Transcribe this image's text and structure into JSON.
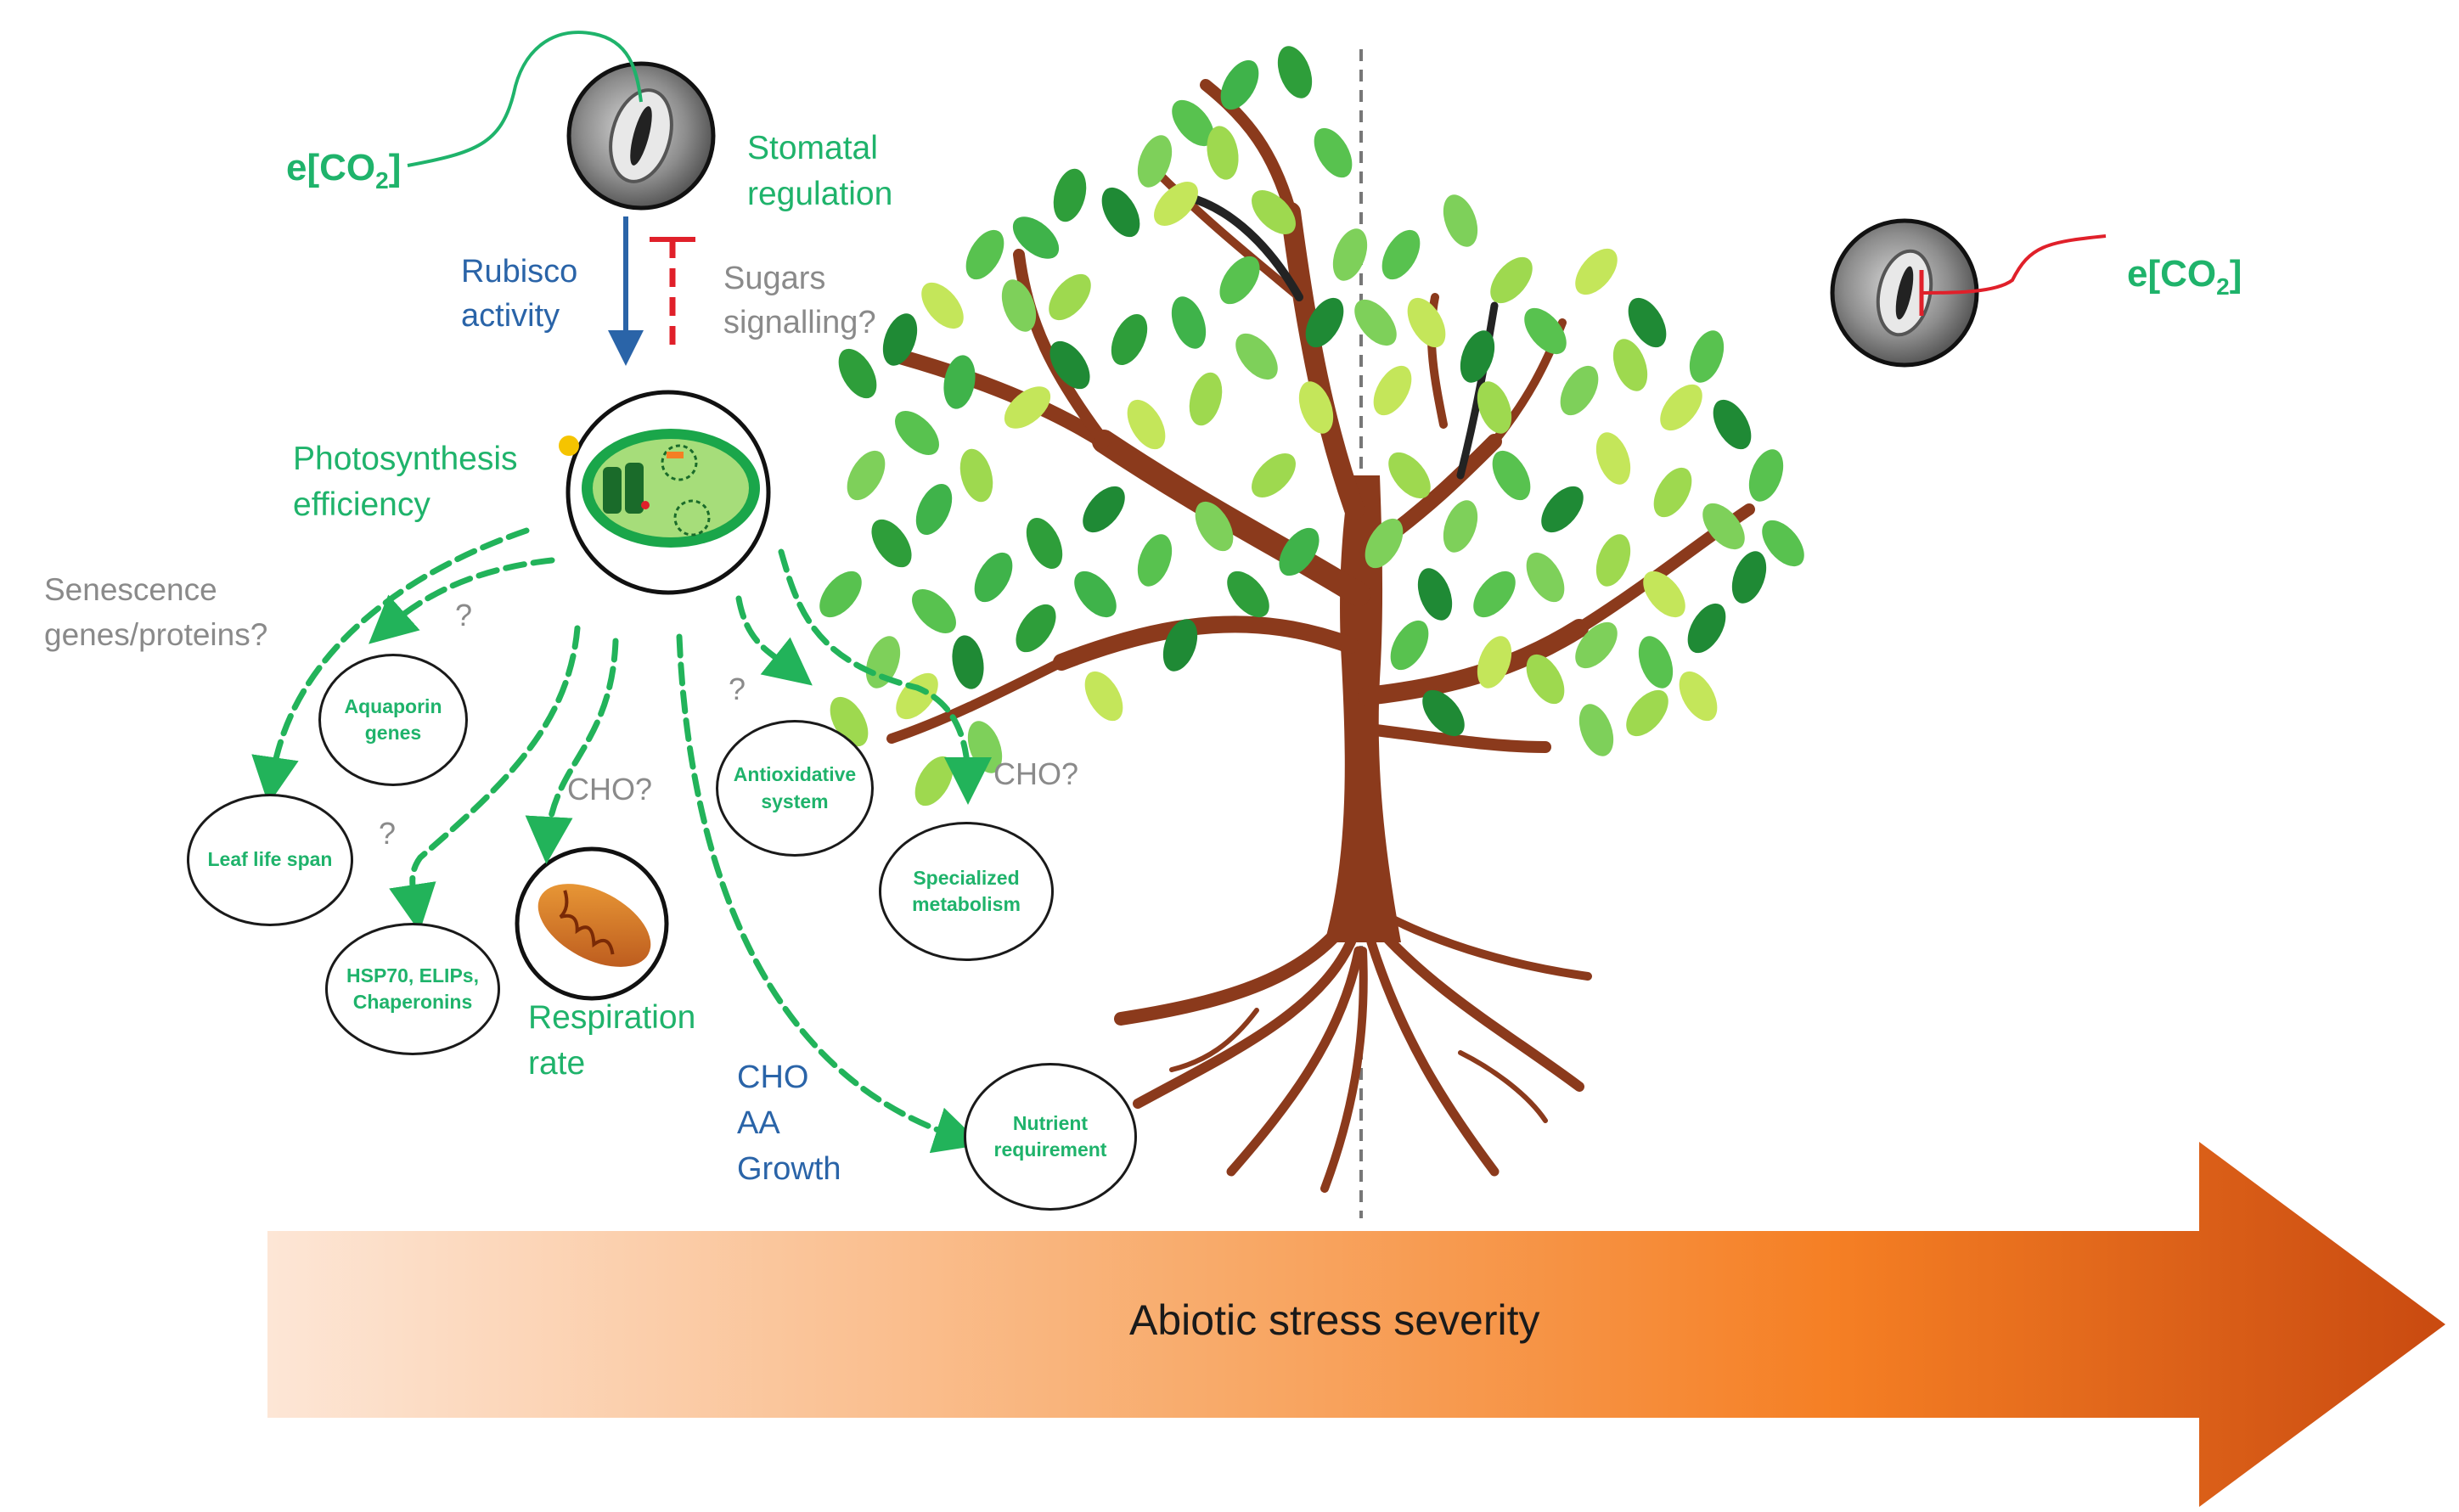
{
  "colors": {
    "green": "#1fb36b",
    "dashed_green": "#22b35a",
    "blue": "#2a64a8",
    "red": "#e0202a",
    "gray": "#8a8a8a",
    "trunk": "#8b3a1c",
    "arrow_start": "#fde6d6",
    "arrow_mid": "#f57f24",
    "arrow_end": "#c94a10"
  },
  "icons": {
    "stoma_left": "stoma-micrograph-icon",
    "stoma_right": "stoma-micrograph-icon",
    "chloroplast": "chloroplast-icon",
    "mitochondrion": "mitochondrion-icon",
    "tree": "tree-illustration"
  },
  "labels": {
    "eco2_left_main": "e[CO",
    "eco2_left_sub": "2",
    "eco2_left_end": "]",
    "eco2_right_main": "e[CO",
    "eco2_right_sub": "2",
    "eco2_right_end": "]",
    "stomatal": "Stomatal\nregulation",
    "rubisco": "Rubisco\nactivity",
    "sugars": "Sugars\nsignalling?",
    "photosynthesis": "Photosynthesis\nefficiency",
    "senescence": "Senescence\ngenes/proteins?",
    "q1": "?",
    "q2": "?",
    "q3": "?",
    "cho1": "CHO?",
    "cho2": "CHO?",
    "respiration": "Respiration\nrate",
    "cho_aa_growth": "CHO\nAA\nGrowth",
    "stress": "Abiotic stress severity"
  },
  "nodes": {
    "aquaporin": "Aquaporin\ngenes",
    "leaf_life": "Leaf life span",
    "hsp": "HSP70, ELIPs,\nChaperonins",
    "antioxidative": "Antioxidative\nsystem",
    "specialized": "Specialized\nmetabolism",
    "nutrient": "Nutrient\nrequirement"
  }
}
